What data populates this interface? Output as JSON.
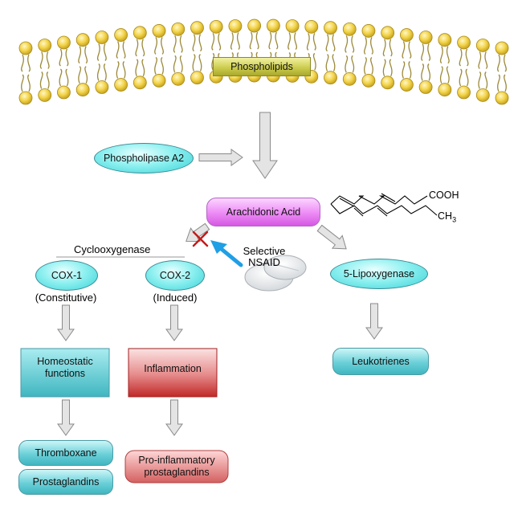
{
  "membrane": {
    "label": "Phospholipids",
    "lipid_count": 26
  },
  "enzymes": {
    "pla2": "Phospholipase A2",
    "cyclooxygenase": "Cyclooxygenase",
    "lox": "5-Lipoxygenase",
    "cox1": "COX-1",
    "cox1_note": "(Constitutive)",
    "cox2": "COX-2",
    "cox2_note": "(Induced)"
  },
  "substrate": {
    "label": "Arachidonic Acid",
    "structure_labels": {
      "acid": "COOH",
      "methyl": "CH",
      "methyl_sub": "3"
    }
  },
  "inhibitor": {
    "line1": "Selective",
    "line2": "NSAID"
  },
  "cox1_path": {
    "box_line1": "Homeostatic",
    "box_line2": "functions",
    "product1": "Thromboxane",
    "product2": "Prostaglandins"
  },
  "cox2_path": {
    "box": "Inflammation",
    "product_line1": "Pro-inflammatory",
    "product_line2": "prostaglandins"
  },
  "lox_path": {
    "product": "Leukotrienes"
  },
  "colors": {
    "lipid_head": "#f3d44a",
    "lipid_tail": "#9c8a3a",
    "teal": "#3fb6c0",
    "magenta": "#d558e2",
    "red": "#c83a3a",
    "arrow_fill": "#e4e4e4",
    "nsaid_arrow": "#1f9fe6",
    "cross": "#c31a1a"
  }
}
